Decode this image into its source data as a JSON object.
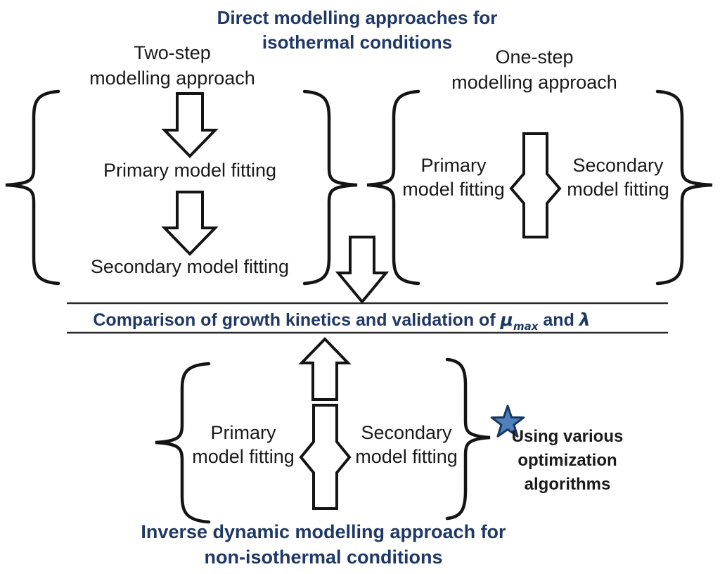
{
  "colors": {
    "navy": "#1f3864",
    "ink": "#1a1a1a",
    "star-fill": "#4f81bd",
    "star-stroke": "#17375e"
  },
  "top_title": {
    "line1": "Direct modelling approaches for",
    "line2": "isothermal conditions"
  },
  "two_step": {
    "title_line1": "Two-step",
    "title_line2": "modelling approach",
    "step1": "Primary model fitting",
    "step2": "Secondary model fitting"
  },
  "one_step": {
    "title_line1": "One-step",
    "title_line2": "modelling approach",
    "primary_line1": "Primary",
    "primary_line2": "model fitting",
    "secondary_line1": "Secondary",
    "secondary_line2": "model fitting"
  },
  "comparison": {
    "prefix": "Comparison of growth kinetics and validation of",
    "mu": "μ",
    "mu_sub": "max",
    "conjunction": "and",
    "lambda": "λ"
  },
  "inverse": {
    "primary_line1": "Primary",
    "primary_line2": "model fitting",
    "secondary_line1": "Secondary",
    "secondary_line2": "model fitting",
    "note_line1": "Using various",
    "note_line2": "optimization",
    "note_line3": "algorithms",
    "title_line1": "Inverse dynamic modelling approach for",
    "title_line2": "non-isothermal conditions"
  }
}
